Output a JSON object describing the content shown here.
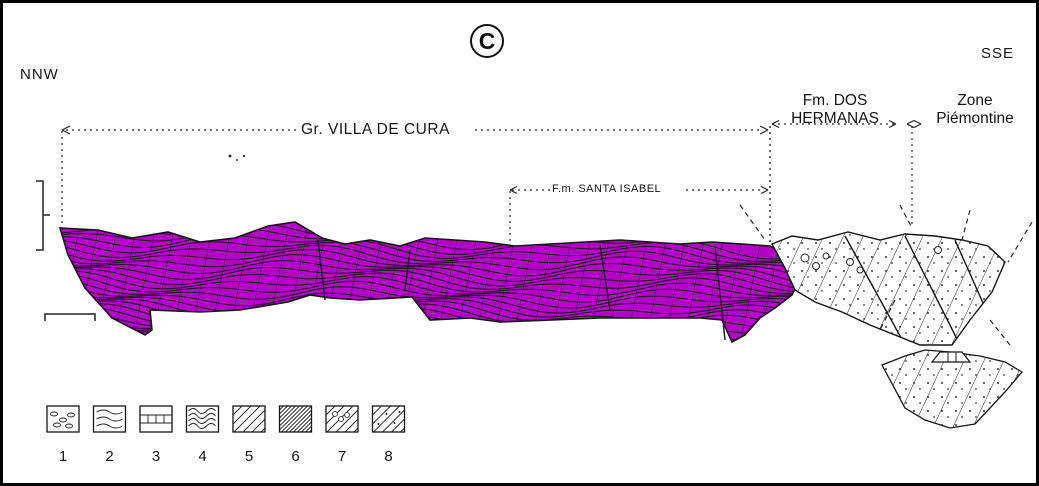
{
  "figure": {
    "panel_letter": "C",
    "orientation": {
      "left": "NNW",
      "right": "SSE"
    },
    "units": {
      "villa_de_cura": "Gr. VILLA  DE  CURA",
      "santa_isabel": "F.m. SANTA ISABEL",
      "dos_hermanas": [
        "Fm. DOS",
        "HERMANAS"
      ],
      "zone_piemontine": [
        "Zone",
        "Piémontine"
      ]
    },
    "legend": [
      {
        "number": "1",
        "pattern": "pebbles"
      },
      {
        "number": "2",
        "pattern": "lenses"
      },
      {
        "number": "3",
        "pattern": "limestone-blocks"
      },
      {
        "number": "4",
        "pattern": "folded-layers"
      },
      {
        "number": "5",
        "pattern": "diagonal-lines"
      },
      {
        "number": "6",
        "pattern": "dense-diagonal"
      },
      {
        "number": "7",
        "pattern": "conglomerate-diagonal"
      },
      {
        "number": "8",
        "pattern": "dotted-diagonal"
      }
    ],
    "colors": {
      "highlight": "#b400c8",
      "line": "#151515",
      "frame": "#000000"
    }
  }
}
